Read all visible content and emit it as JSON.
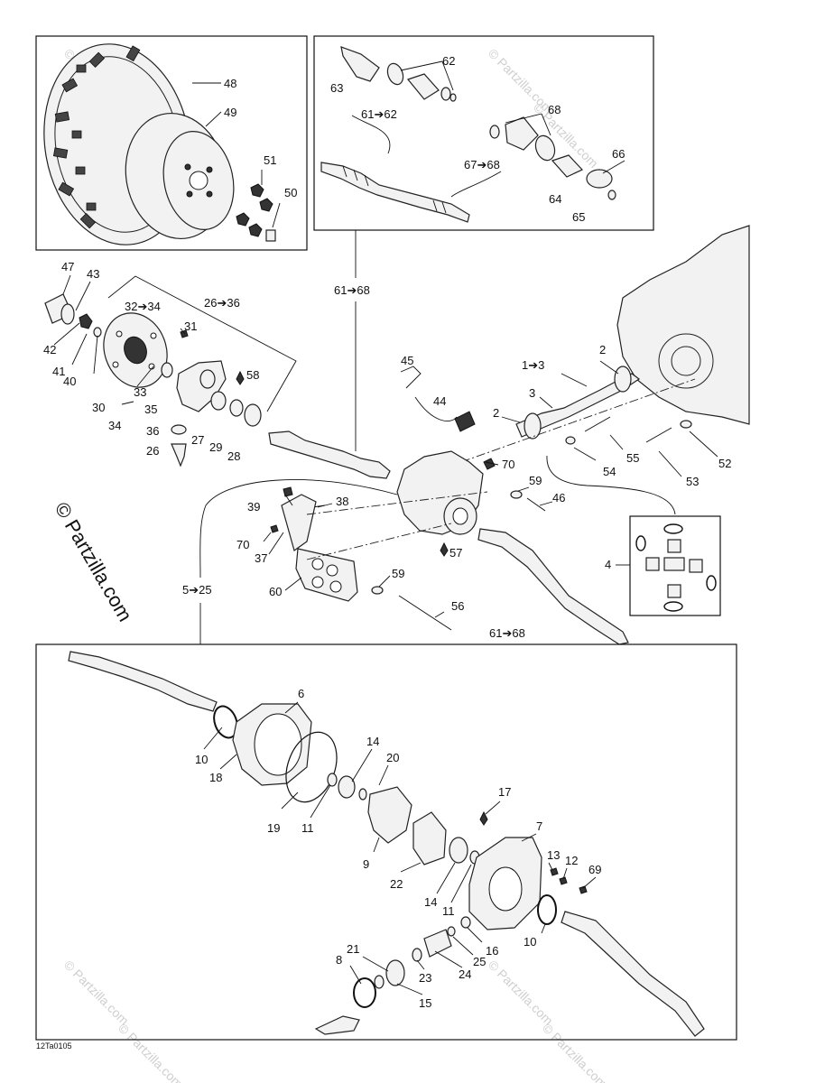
{
  "copyright": "© Partzilla.com",
  "watermark": "© Partzilla.com",
  "figure_code": "12Ta0105",
  "labels": {
    "l48": "48",
    "l49": "49",
    "l51": "51",
    "l50": "50",
    "l62": "62",
    "l63": "63",
    "l61_62": "61➔62",
    "l68": "68",
    "l66": "66",
    "l67_68": "67➔68",
    "l64": "64",
    "l65": "65",
    "l47": "47",
    "l43": "43",
    "l32_34": "32➔34",
    "l26_36": "26➔36",
    "l61_68_top": "61➔68",
    "l31": "31",
    "l42": "42",
    "l41": "41",
    "l40": "40",
    "l58": "58",
    "l33": "33",
    "l30": "30",
    "l35": "35",
    "l34": "34",
    "l36": "36",
    "l27": "27",
    "l29": "29",
    "l28": "28",
    "l26": "26",
    "l45": "45",
    "l1_3": "1➔3",
    "l2_top": "2",
    "l3": "3",
    "l2_mid": "2",
    "l44": "44",
    "l55": "55",
    "l54": "54",
    "l52": "52",
    "l53": "53",
    "l70_a": "70",
    "l39": "39",
    "l38": "38",
    "l59_a": "59",
    "l46": "46",
    "l70_b": "70",
    "l37": "37",
    "l57": "57",
    "l4": "4",
    "l59_b": "59",
    "l60": "60",
    "l5_25": "5➔25",
    "l56": "56",
    "l61_68_bot": "61➔68",
    "l6": "6",
    "l10_a": "10",
    "l18": "18",
    "l14_a": "14",
    "l20": "20",
    "l19": "19",
    "l11_a": "11",
    "l9": "9",
    "l22": "22",
    "l17": "17",
    "l7": "7",
    "l13": "13",
    "l12": "12",
    "l69": "69",
    "l14_b": "14",
    "l11_b": "11",
    "l10_b": "10",
    "l16": "16",
    "l25": "25",
    "l24": "24",
    "l23": "23",
    "l21": "21",
    "l8": "8",
    "l15": "15"
  }
}
